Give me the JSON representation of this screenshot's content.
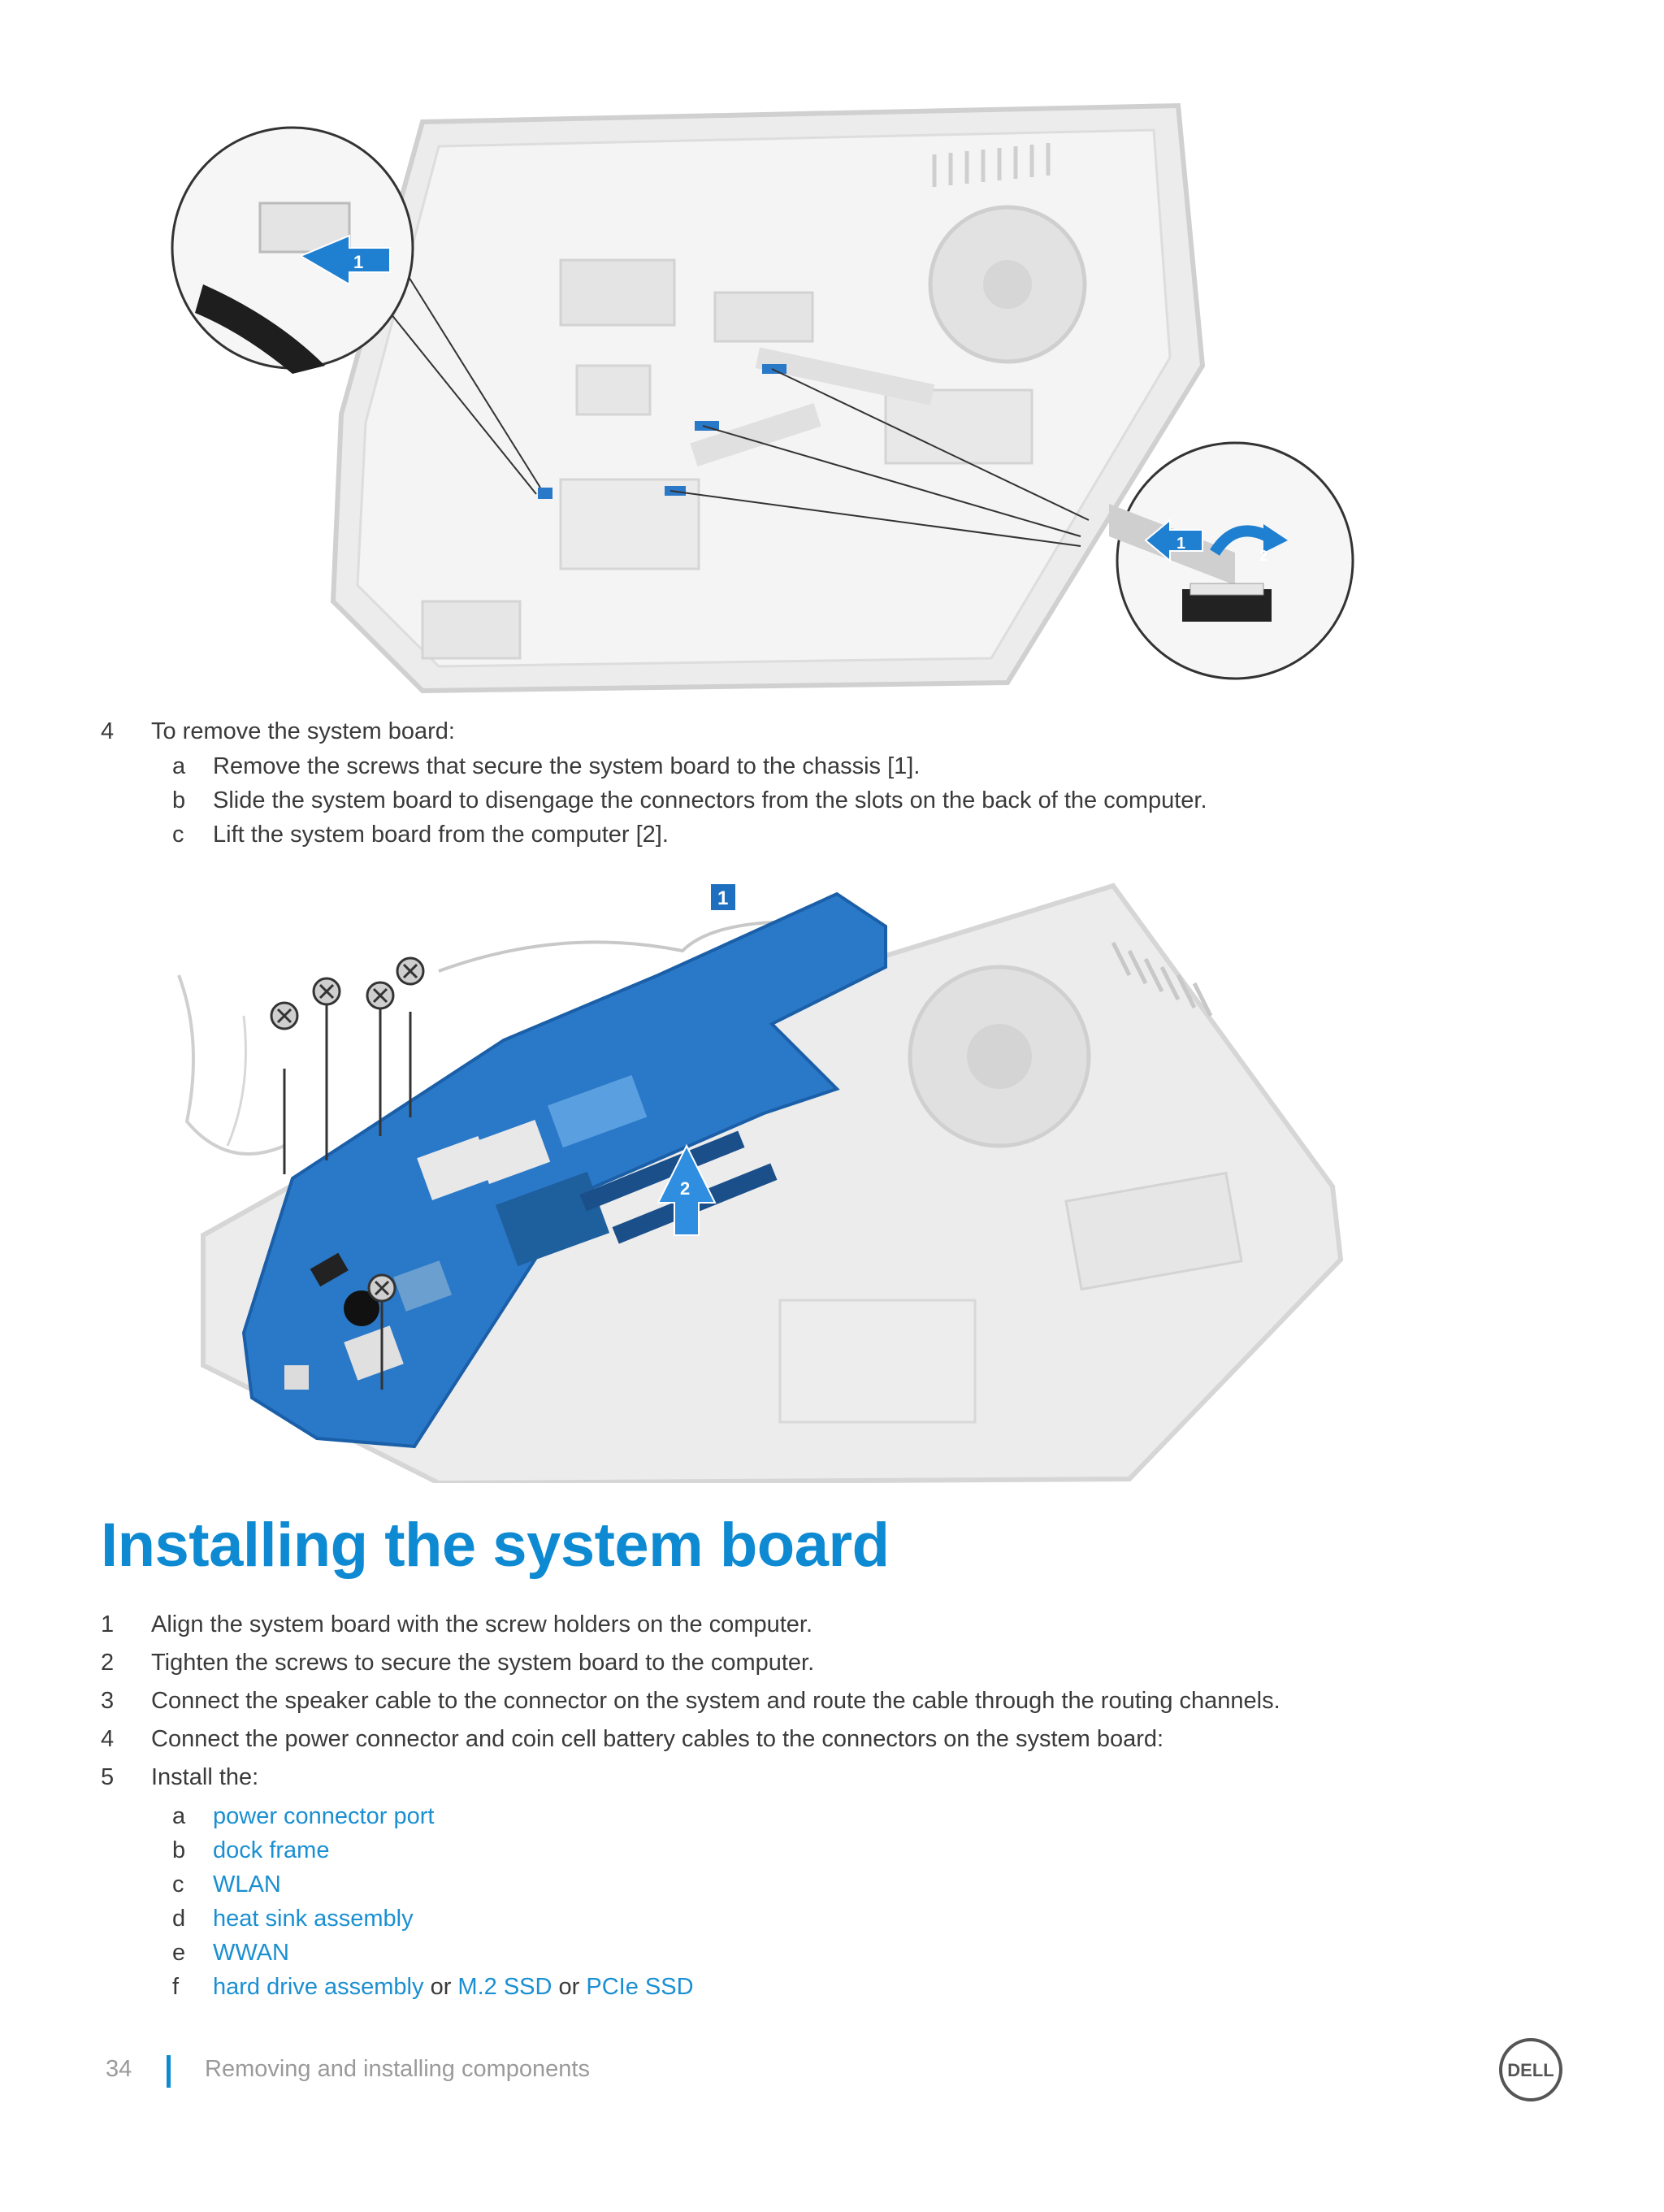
{
  "removal_step": {
    "number": "4",
    "text": "To remove the system board:",
    "substeps": [
      {
        "letter": "a",
        "text": "Remove the screws that secure the system board to the chassis [1]."
      },
      {
        "letter": "b",
        "text": "Slide the system board to disengage the connectors from the slots on the back of the computer."
      },
      {
        "letter": "c",
        "text": "Lift the system board from the computer [2]."
      }
    ]
  },
  "figure1": {
    "callouts": [
      "1",
      "1",
      "2"
    ]
  },
  "figure2": {
    "callouts": [
      "1",
      "2"
    ]
  },
  "section": {
    "title": "Installing the system board",
    "steps": [
      {
        "number": "1",
        "text": "Align the system board with the screw holders on the computer."
      },
      {
        "number": "2",
        "text": "Tighten the screws to secure the system board to the computer."
      },
      {
        "number": "3",
        "text": "Connect the speaker cable to the connector on the system and route the cable through the routing channels."
      },
      {
        "number": "4",
        "text": "Connect the power connector and coin cell battery cables to the connectors on the system board:"
      },
      {
        "number": "5",
        "text": "Install the:"
      }
    ],
    "install_items": [
      {
        "letter": "a",
        "link": "power connector port"
      },
      {
        "letter": "b",
        "link": "dock frame"
      },
      {
        "letter": "c",
        "link": "WLAN"
      },
      {
        "letter": "d",
        "link": "heat sink assembly"
      },
      {
        "letter": "e",
        "link": "WWAN"
      }
    ],
    "install_item_f": {
      "letter": "f",
      "link1": "hard drive assembly",
      "sep1": "or",
      "link2": "M.2 SSD",
      "sep2": "or",
      "link3": "PCIe SSD"
    }
  },
  "footer": {
    "page_number": "34",
    "section_title": "Removing and installing components",
    "logo_text": "DELL"
  },
  "colors": {
    "heading": "#0d8ad2",
    "link": "#1a8fd1",
    "board": "#2a78c8"
  }
}
